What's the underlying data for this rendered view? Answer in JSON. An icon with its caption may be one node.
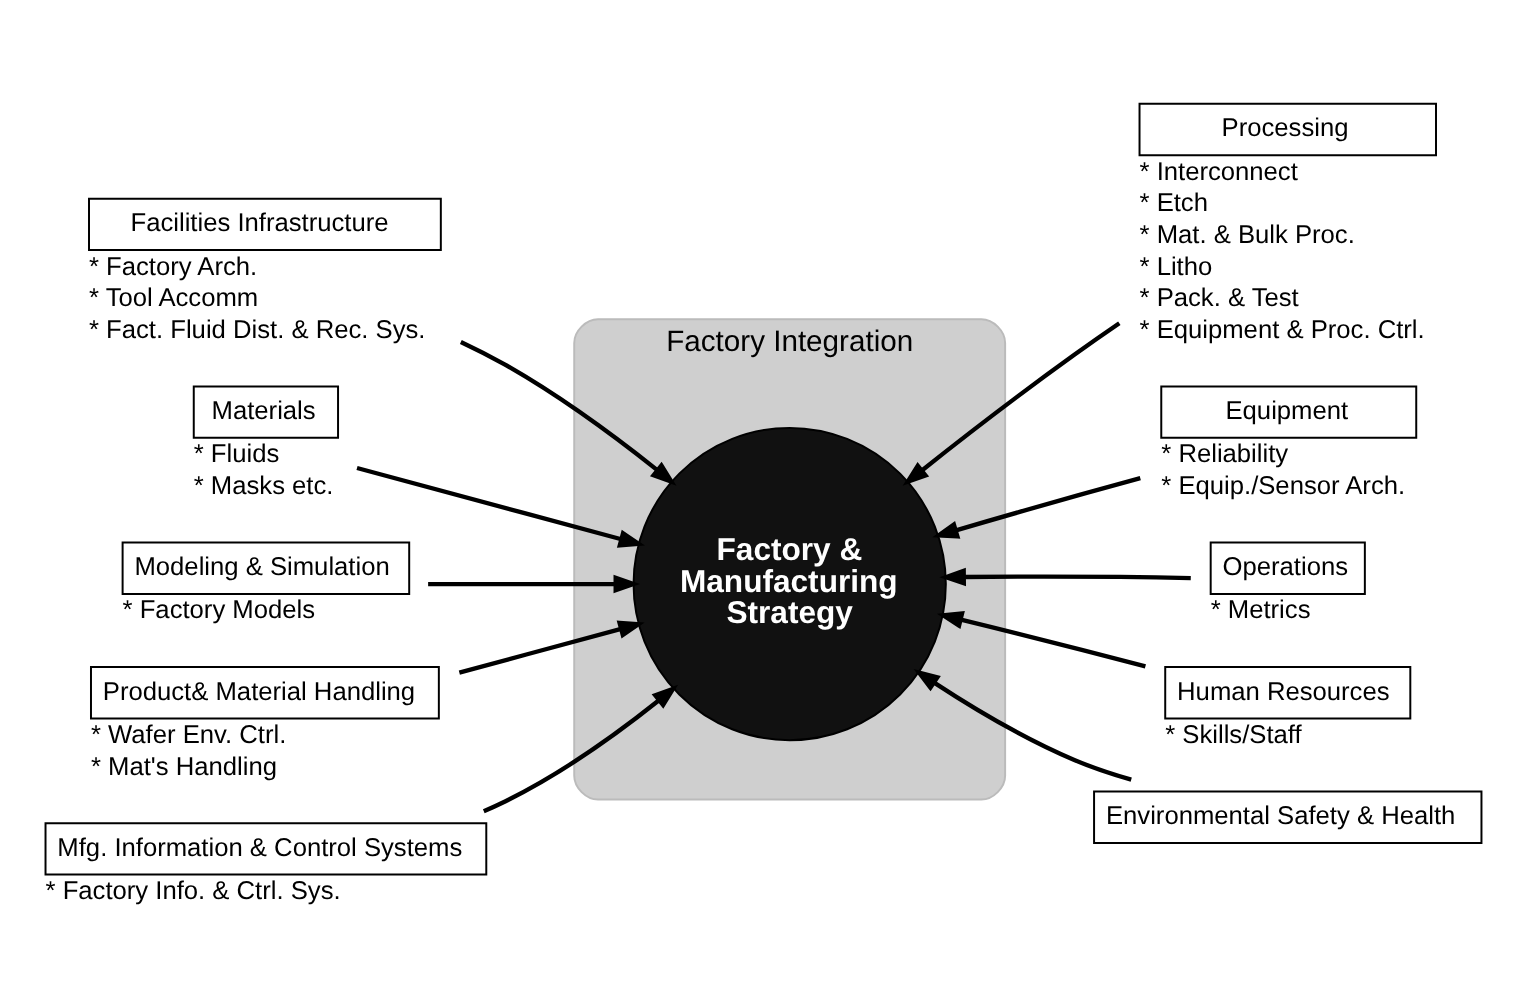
{
  "diagram": {
    "nodes": [
      {
        "text": [
          "Factory Integration"
        ]
      },
      {
        "text": [
          "Factory & Manufacturing Strategy"
        ],
        "in": 0
      },
      {
        "text": [
          "Facilities Infrastructure"
        ],
        "beside": [
          "* Factory Arch.",
          "* Tool Accomm",
          "* Fact. Fluid Dist. & Rec. Sys."
        ]
      },
      {
        "text": [
          "Materials"
        ],
        "beside": [
          "* Fluids",
          "* Masks etc."
        ]
      },
      {
        "text": [
          "Modeling & Simulation"
        ],
        "beside": [
          "* Factory Models"
        ]
      },
      {
        "text": [
          "Product& Material Handling"
        ],
        "beside": [
          "* Wafer Env. Ctrl.",
          "* Mat's Handling"
        ]
      },
      {
        "text": [
          "Mfg. Information & Control Systems"
        ],
        "beside": [
          "* Factory Info. & Ctrl. Sys."
        ]
      },
      {
        "text": [
          "Processing"
        ],
        "beside": [
          "* Interconnect",
          "* Etch",
          "* Mat. & Bulk Proc.",
          "* Litho",
          "* Pack. & Test",
          "* Equipment & Proc. Ctrl."
        ]
      },
      {
        "text": [
          "Equipment"
        ],
        "beside": [
          "* Reliability",
          "* Equip./Sensor Arch."
        ]
      },
      {
        "text": [
          "Operations"
        ],
        "beside": [
          "* Metrics"
        ]
      },
      {
        "text": [
          "Human Resources"
        ],
        "beside": [
          "* Skills/Staff"
        ]
      },
      {
        "text": [
          "Environmental Safety & Health"
        ]
      }
    ],
    "edges": [
      {
        "from": 2,
        "to": 1,
        "arrow": "to"
      },
      {
        "from": 3,
        "to": 1,
        "arrow": "to"
      },
      {
        "from": 4,
        "to": 1,
        "arrow": "to"
      },
      {
        "from": 5,
        "to": 1,
        "arrow": "to"
      },
      {
        "from": 6,
        "to": 1,
        "arrow": "to"
      },
      {
        "from": 7,
        "to": 1,
        "arrow": "to"
      },
      {
        "from": 8,
        "to": 1,
        "arrow": "to"
      },
      {
        "from": 9,
        "to": 1,
        "arrow": "to"
      },
      {
        "from": 10,
        "to": 1,
        "arrow": "to"
      },
      {
        "from": 11,
        "to": 1,
        "arrow": "to"
      }
    ]
  }
}
